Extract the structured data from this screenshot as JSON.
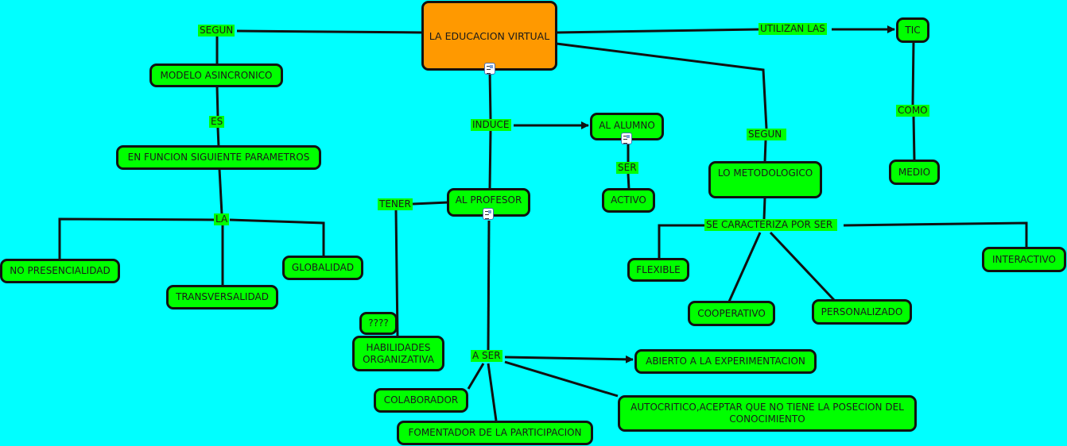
{
  "title": "LA EDUCACION VIRTUAL",
  "colors": {
    "background": "#00ffff",
    "concept": "#00ff00",
    "root": "#ff9900",
    "link": "#111111"
  },
  "concepts": {
    "root": "LA EDUCACION VIRTUAL",
    "modelo": "MODELO ASINCRONICO",
    "parametros": "EN FUNCION SIGUIENTE PARAMETROS",
    "no_presencialidad": "NO PRESENCIALIDAD",
    "transversalidad": "TRANSVERSALIDAD",
    "globalidad": "GLOBALIDAD",
    "al_alumno": "AL ALUMNO",
    "activo": "ACTIVO",
    "al_profesor": "AL PROFESOR",
    "interrogacion": "????",
    "habilidades_line1": "HABILIDADES",
    "habilidades_line2": "ORGANIZATIVA",
    "colaborador": "COLABORADOR",
    "fomentador": "FOMENTADOR DE LA PARTICIPACION",
    "abierto": "ABIERTO A LA EXPERIMENTACION",
    "autocritico_line1": "AUTOCRITICO,ACEPTAR QUE NO TIENE LA POSECION DEL",
    "autocritico_line2": "CONOCIMIENTO",
    "metodologico": "LO METODOLOGICO",
    "flexible": "FLEXIBLE",
    "cooperativo": "COOPERATIVO",
    "personalizado": "PERSONALIZADO",
    "interactivo": "INTERACTIVO",
    "tic": "TIC",
    "medio": "MEDIO"
  },
  "linking_phrases": {
    "segun_left": "SEGUN",
    "es": "ES",
    "la": "LA",
    "induce": "INDUCE",
    "ser": "SER",
    "tener": "TENER",
    "a_ser": "A SER",
    "utilizan_las": "UTILIZAN LAS",
    "segun_right": "SEGUN",
    "se_caracteriza": "SE CARACTERIZA POR SER",
    "como": "COMO"
  },
  "resource_icons": [
    "root",
    "al_alumno",
    "al_profesor"
  ]
}
